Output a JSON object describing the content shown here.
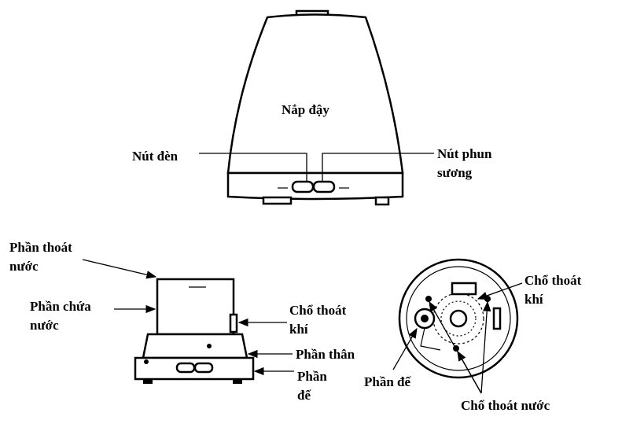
{
  "labels": {
    "lid": "Nắp đậy",
    "light_button": "Nút đèn",
    "mist_button_1": "Nút phun",
    "mist_button_2": "sương",
    "drain_part_1": "Phần thoát",
    "drain_part_2": "nước",
    "water_tank_1": "Phần chứa",
    "water_tank_2": "nước",
    "air_vent_side_1": "Chổ thoát",
    "air_vent_side_2": "khí",
    "body": "Phần thân",
    "base_side_1": "Phần",
    "base_side_2": "đế",
    "base_bottom": "Phần đế",
    "air_vent_bottom_1": "Chổ thoát",
    "air_vent_bottom_2": "khí",
    "water_drain_bottom": "Chổ thoát nước"
  }
}
